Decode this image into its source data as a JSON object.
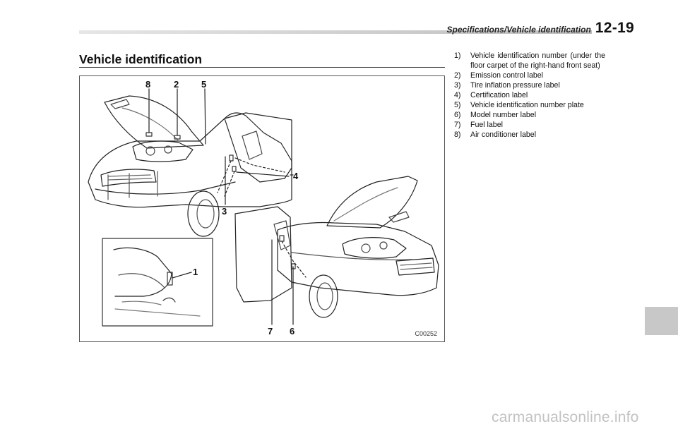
{
  "header": {
    "section_name": "Specifications/Vehicle identification",
    "page_number": "12-19"
  },
  "title": "Vehicle identification",
  "figure": {
    "code": "C00252",
    "callouts": [
      "8",
      "2",
      "5",
      "4",
      "3",
      "1",
      "7",
      "6"
    ]
  },
  "legend": [
    {
      "num": "1)",
      "text": "Vehicle identification number (under the floor carpet of the right-hand front seat)"
    },
    {
      "num": "2)",
      "text": "Emission control label"
    },
    {
      "num": "3)",
      "text": "Tire inflation pressure label"
    },
    {
      "num": "4)",
      "text": "Certification label"
    },
    {
      "num": "5)",
      "text": "Vehicle identification number plate"
    },
    {
      "num": "6)",
      "text": "Model number label"
    },
    {
      "num": "7)",
      "text": "Fuel label"
    },
    {
      "num": "8)",
      "text": "Air conditioner label"
    }
  ],
  "watermark": "carmanualsonline.info"
}
